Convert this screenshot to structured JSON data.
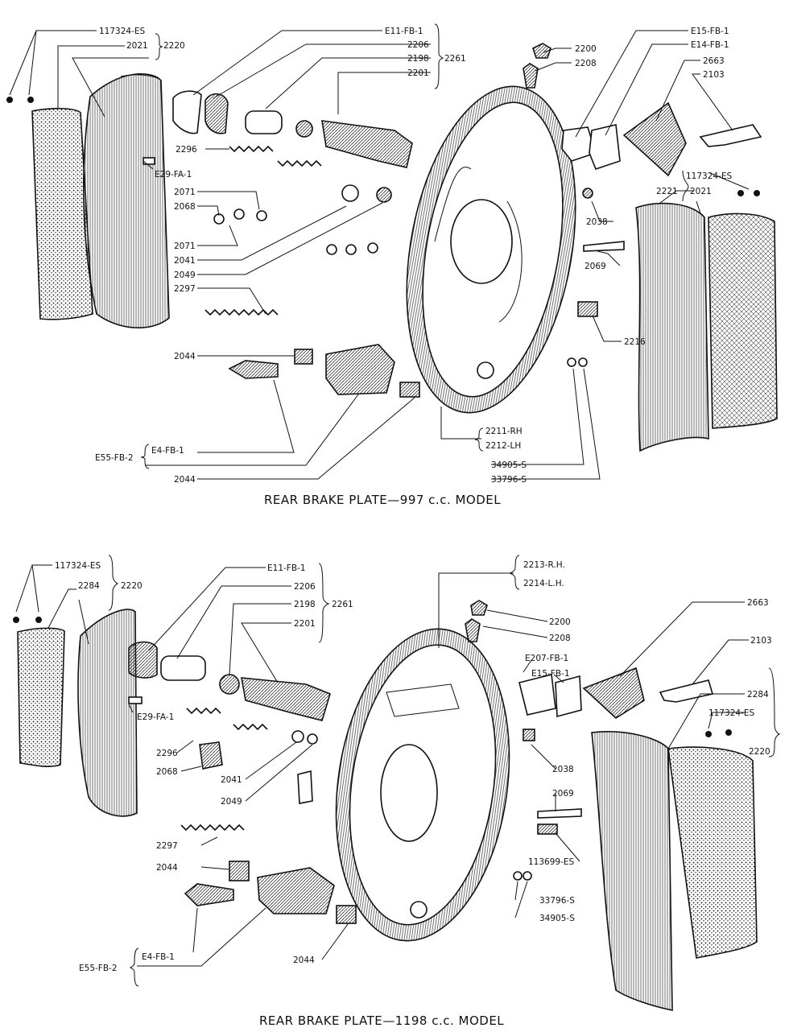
{
  "diagrams": [
    {
      "title": "REAR BRAKE PLATE—997 c.c. MODEL",
      "labels": [
        "117324-ES",
        "2021",
        "2220",
        "E11-FB-1",
        "2206",
        "2198",
        "2201",
        "2261",
        "2200",
        "2208",
        "E15-FB-1",
        "E14-FB-1",
        "2663",
        "2103",
        "2296",
        "E29-FA-1",
        "2071",
        "2068",
        "2071",
        "2041",
        "2049",
        "2297",
        "117324-ES",
        "2221",
        "2021",
        "2038",
        "2069",
        "2216",
        "2044",
        "E55-FB-2",
        "E4-FB-1",
        "2044",
        "2211-RH",
        "2212-LH",
        "34905-S",
        "33796-S"
      ]
    },
    {
      "title": "REAR BRAKE PLATE—1198 c.c. MODEL",
      "labels": [
        "117324-ES",
        "2284",
        "2220",
        "E11-FB-1",
        "2206",
        "2198",
        "2201",
        "2261",
        "2213-R.H.",
        "2214-L.H.",
        "2200",
        "2208",
        "2663",
        "2103",
        "E207-FB-1",
        "E15-FB-1",
        "2284",
        "117324-ES",
        "2220",
        "E29-FA-1",
        "2296",
        "2068",
        "2041",
        "2049",
        "2038",
        "2069",
        "2297",
        "113699-ES",
        "2044",
        "33796-S",
        "34905-S",
        "E55-FB-2",
        "E4-FB-1",
        "2044"
      ]
    }
  ]
}
